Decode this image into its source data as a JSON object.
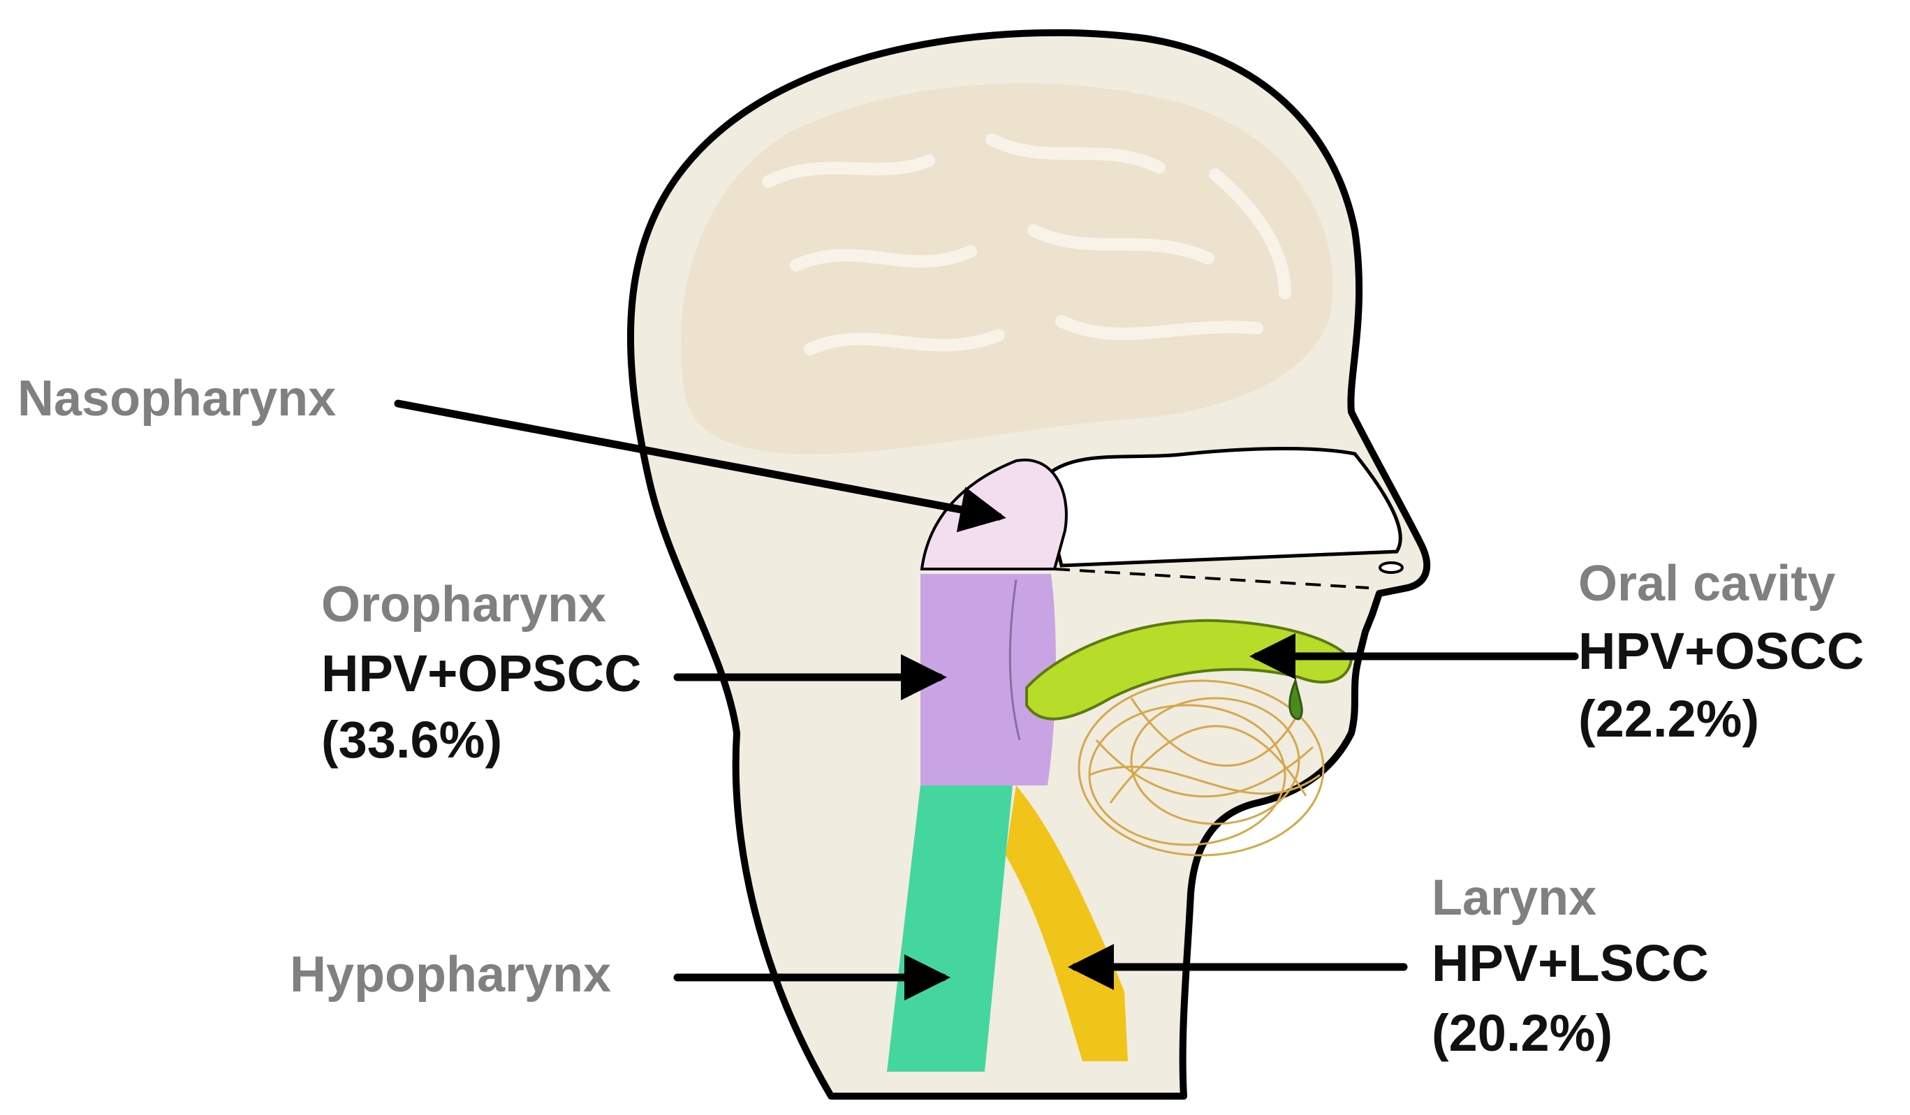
{
  "labels": {
    "nasopharynx": "Nasopharynx",
    "oropharynx": "Oropharynx",
    "oropharynx_type": "HPV+OPSCC",
    "oropharynx_pct": "(33.6%)",
    "oral_cavity": "Oral cavity",
    "oral_cavity_type": "HPV+OSCC",
    "oral_cavity_pct": "(22.2%)",
    "larynx": "Larynx",
    "larynx_type": "HPV+LSCC",
    "larynx_pct": "(20.2%)",
    "hypopharynx": "Hypopharynx"
  },
  "colors": {
    "skin": "#f1ece0",
    "brain": "#ece2cd",
    "nasopharynx": "#f3def0",
    "oropharynx": "#c9a4e4",
    "hypopharynx": "#45d6a0",
    "larynx": "#f0c418",
    "tongue": "#b7dc2a",
    "oral_scribble": "#d4a84c",
    "label_grey": "#808080",
    "label_dark": "#111111"
  }
}
